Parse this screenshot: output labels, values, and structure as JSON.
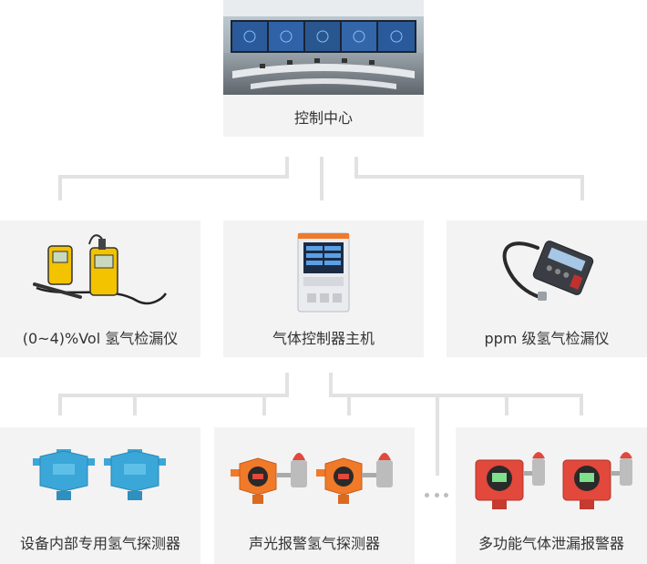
{
  "top": {
    "label": "控制中心"
  },
  "middle": [
    {
      "label": "(0~4)%Vol 氢气检漏仪"
    },
    {
      "label": "气体控制器主机"
    },
    {
      "label": "ppm 级氢气检漏仪"
    }
  ],
  "bottom": [
    {
      "label": "设备内部专用氢气探测器"
    },
    {
      "label": "声光报警氢气探测器"
    },
    {
      "label": "多功能气体泄漏报警器"
    }
  ],
  "more_indicator": "…",
  "colors": {
    "card_bg": "#f3f3f3",
    "connector": "#e2e2e2",
    "detector_blue": "#3aa7d8",
    "detector_orange": "#f07a2a",
    "alarm_red": "#e2483b"
  }
}
